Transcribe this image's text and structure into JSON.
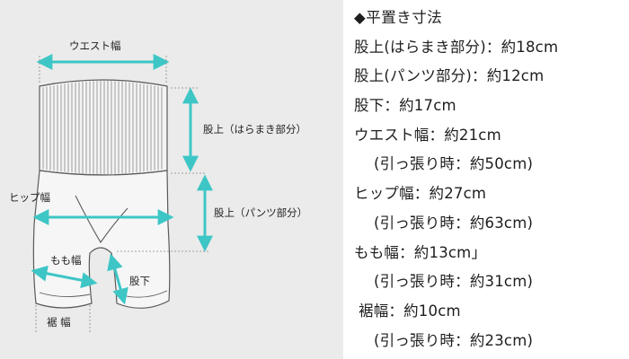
{
  "diagram": {
    "labels": {
      "waist": "ウエスト幅",
      "rise_haramaki": "股上（はらまき部分）",
      "hip": "ヒップ幅",
      "rise_pants": "股上（パンツ部分）",
      "thigh": "もも幅",
      "inseam": "股下",
      "hem": "裾 幅"
    },
    "colors": {
      "arrow": "#3ec6c6",
      "outline": "#5a5a5a",
      "background": "#ebebeb",
      "ribbing": "#777777"
    }
  },
  "specs": {
    "title": "◆平置き寸法",
    "lines": [
      "股上(はらまき部分)：約18cm",
      "股上(パンツ部分)：約12cm",
      "股下：約17cm",
      "ウエスト幅：約21cm",
      "(引っ張り時：約50cm)",
      "ヒップ幅：約27cm",
      "(引っ張り時：約63cm)",
      "もも幅：約13cm」",
      "(引っ張り時：約31cm)",
      "裾幅：約10cm",
      "(引っ張り時：約23cm)"
    ]
  }
}
